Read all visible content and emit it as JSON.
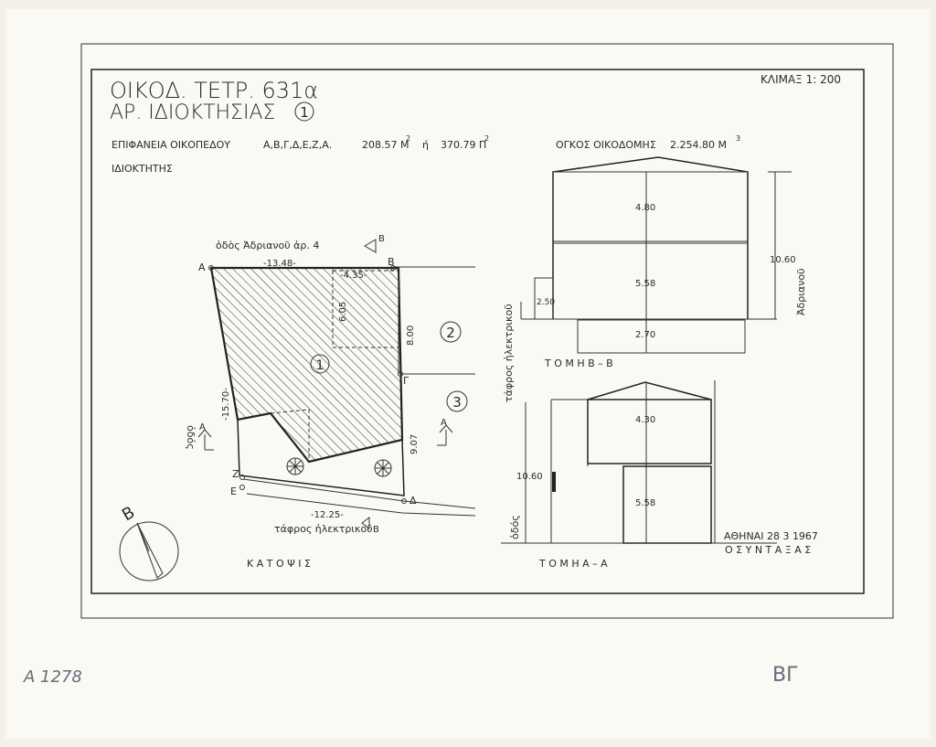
{
  "header": {
    "title_line1": "ΟΙΚΟΔ. ΤΕΤΡ. 631α",
    "title_line2": "ΑΡ. ΙΔΙΟΚΤΗΣΙΑΣ",
    "property_no": "1",
    "scale": "ΚΛΙΜΑΞ  1: 200",
    "area_label": "ΕΠΙΦΑΝΕΙΑ ΟΙΚΟΠΕΔΟΥ",
    "area_points": "Α,Β,Γ,Δ,Ε,Ζ,Α.",
    "area_m2": "208.57 Μ",
    "area_or": "ή",
    "area_p2": "370.79 Π",
    "volume_label": "ΟΓΚΟΣ ΟΙΚΟΔΟΜΗΣ",
    "volume_value": "2.254.80 Μ",
    "owner_label": "ΙΔΙΟΚΤΗΤΗΣ"
  },
  "plan": {
    "street_top": "ὁδὸς Ἀδριανοῦ  ἀρ. 4",
    "street_left": "ὁδός",
    "street_bottom": "τάφρος ἠλεκτρικοῦ",
    "dim_top": "-13.48-",
    "dim_inner": "-4.35-",
    "dim_inner_v": "6.05",
    "dim_right": "8.00",
    "dim_left": "-15.70-",
    "dim_right_low": "9.07",
    "dim_bottom": "-12.25-",
    "corner_a": "Α",
    "corner_b": "Β",
    "corner_g": "Γ",
    "corner_d": "Δ",
    "corner_e": "Ε",
    "corner_z": "Ζ",
    "section_a": "Α",
    "section_b": "Β",
    "parcel_1": "1",
    "parcel_2": "2",
    "parcel_3": "3",
    "caption": "Κ Α Τ Ο Ψ Ι Σ",
    "north": "Β"
  },
  "section_bb": {
    "h_top": "4.80",
    "h_mid": "5.58",
    "h_low": "2.70",
    "h_side": "2.50",
    "h_total": "10.60",
    "street_right": "Ἀδριανοῦ",
    "street_left": "τάφρος ἠλεκτρικοῦ",
    "caption": "Τ Ο Μ Η   Β – Β"
  },
  "section_aa": {
    "h_top": "4.30",
    "h_low": "5.58",
    "h_total": "10.60",
    "street_left": "ὁδός",
    "caption": "Τ Ο Μ Η   Α – Α"
  },
  "footer": {
    "place_date": "ΑΘΗΝΑΙ  28  3   1967",
    "signed": "Ο  Σ Υ Ν Τ Α Ξ Α Σ",
    "handwritten_left": "A 1278",
    "handwritten_right": "ΒΓ"
  }
}
